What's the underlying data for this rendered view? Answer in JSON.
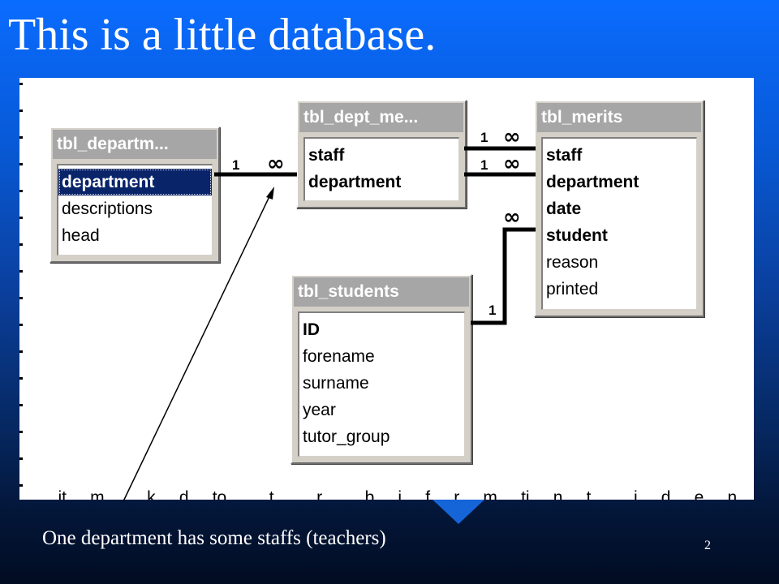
{
  "slide": {
    "title": "This is a little database.",
    "caption": "One department has some staffs (teachers)",
    "page_number": "2",
    "colors": {
      "background_top": "#0a6cff",
      "background_bottom": "#020c22",
      "title_bar": "#a6a6a6",
      "selection": "#0a246a"
    }
  },
  "diagram": {
    "cut_off_text": "...it ... m ...  ... k ... d ... to ... ... t ... ... r ... ... b ... i ... f ... r ... m ... ti ... n ... t ... ... i ... d ... e ... n ... t ... i ... f",
    "tables": {
      "departments": {
        "title": "tbl_departm...",
        "fields": [
          "department",
          "descriptions",
          "head"
        ]
      },
      "dept_members": {
        "title": "tbl_dept_me...",
        "fields": [
          "staff",
          "department"
        ]
      },
      "merits": {
        "title": "tbl_merits",
        "fields": [
          "staff",
          "department",
          "date",
          "student",
          "reason",
          "printed"
        ]
      },
      "students": {
        "title": "tbl_students",
        "fields": [
          "ID",
          "forename",
          "surname",
          "year",
          "tutor_group"
        ]
      }
    },
    "relationships": {
      "one": "1",
      "many": "∞"
    }
  }
}
